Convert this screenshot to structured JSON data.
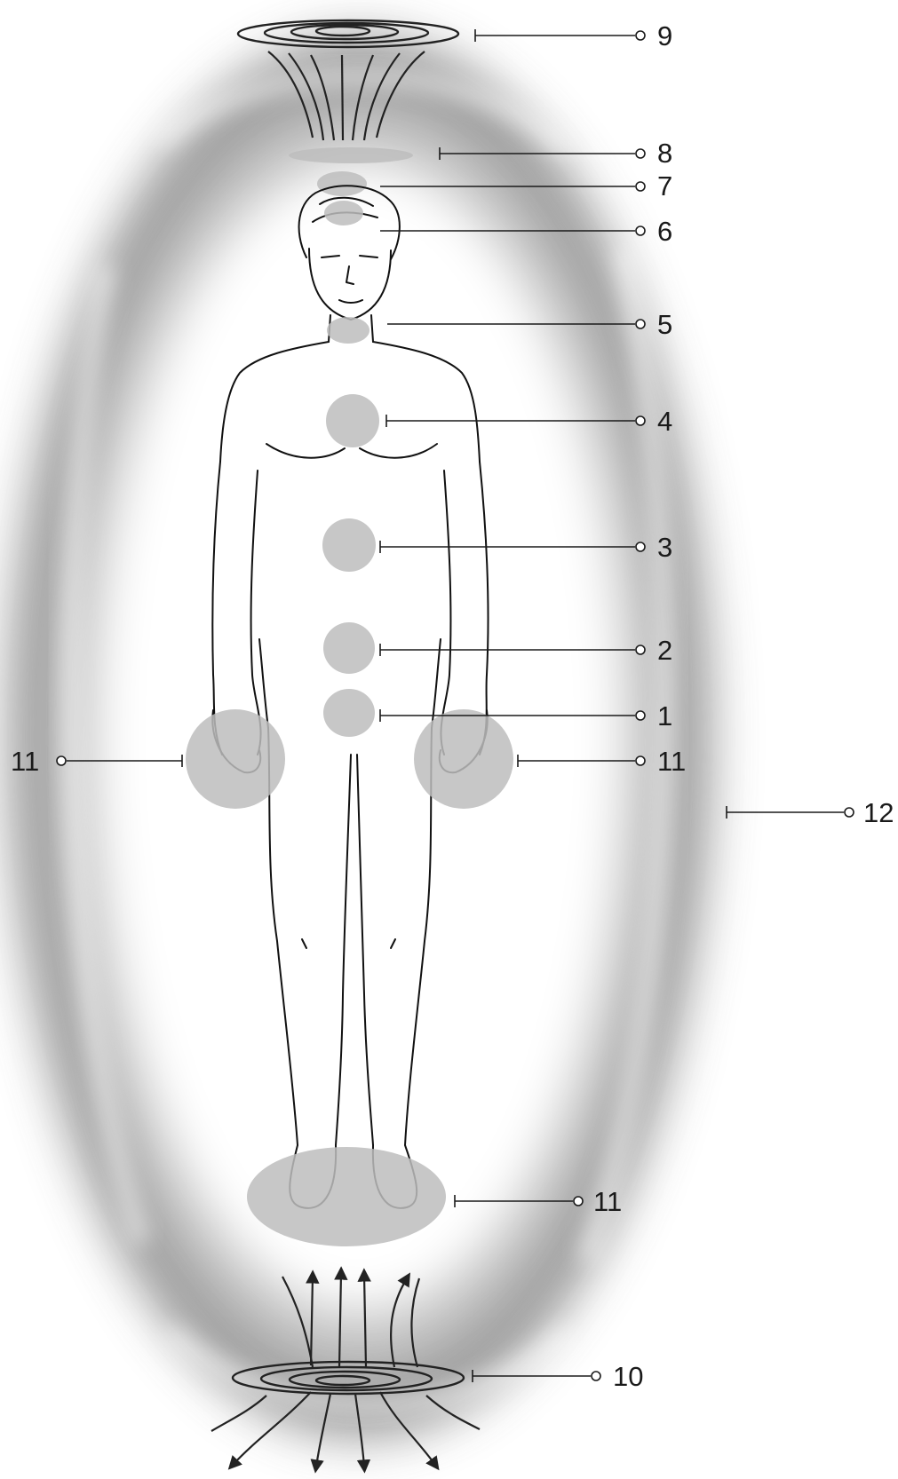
{
  "labels": {
    "l1": "1",
    "l2": "2",
    "l3": "3",
    "l4": "4",
    "l5": "5",
    "l6": "6",
    "l7": "7",
    "l8": "8",
    "l9": "9",
    "l10": "10",
    "l11_left": "11",
    "l11_right": "11",
    "l11_feet": "11",
    "l12": "12"
  },
  "colors": {
    "aura": "#9a9a9a",
    "chakra": "#bdbdbd",
    "ink": "#1a1a1a"
  }
}
